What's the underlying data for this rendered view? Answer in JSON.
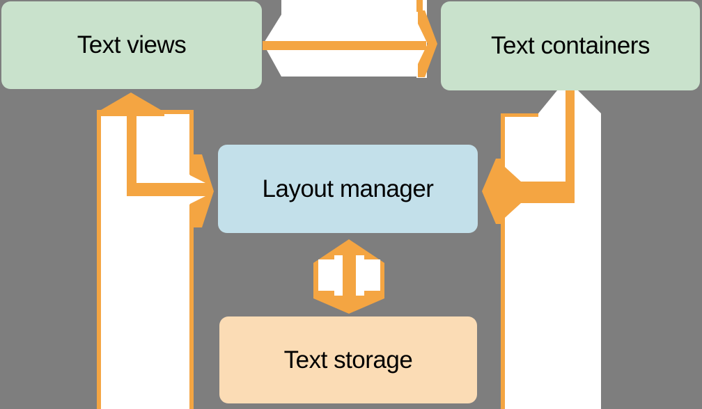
{
  "diagram": {
    "background_color": "#7e7e7e",
    "arrow_color": "#f4a542",
    "arrow_casing_color": "#ffffff",
    "text_color": "#000000",
    "boxes": {
      "text_views": {
        "label": "Text views",
        "fill": "#c9e2cc"
      },
      "text_containers": {
        "label": "Text containers",
        "fill": "#c9e2cc"
      },
      "layout_manager": {
        "label": "Layout manager",
        "fill": "#c3e0ea"
      },
      "text_storage": {
        "label": "Text storage",
        "fill": "#fbdcb5"
      }
    },
    "arrows": [
      {
        "name": "text-views-to-text-containers",
        "direction": "right"
      },
      {
        "name": "up-into-text-views-and-right-into-layout-manager",
        "direction": "up-and-right"
      },
      {
        "name": "from-text-containers-left-into-layout-manager",
        "direction": "down-and-left"
      },
      {
        "name": "layout-manager-to-text-storage",
        "direction": "both-vertical"
      }
    ]
  }
}
